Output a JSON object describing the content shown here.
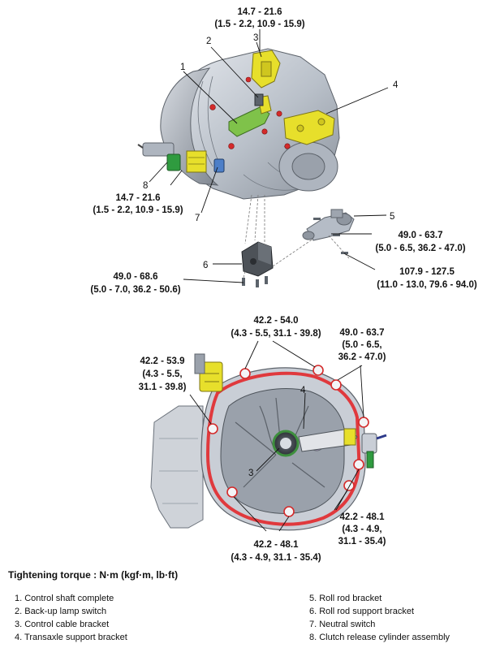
{
  "top_view": {
    "callouts": [
      "1",
      "2",
      "3",
      "4",
      "5",
      "6",
      "7",
      "8"
    ],
    "torques": [
      {
        "value": "14.7 - 21.6",
        "sub": "(1.5 - 2.2, 10.9 - 15.9)"
      },
      {
        "value": "14.7 - 21.6",
        "sub": "(1.5 - 2.2, 10.9 - 15.9)"
      },
      {
        "value": "49.0 - 63.7",
        "sub": "(5.0 - 6.5, 36.2 - 47.0)"
      },
      {
        "value": "107.9 - 127.5",
        "sub": "(11.0 - 13.0, 79.6 - 94.0)"
      },
      {
        "value": "49.0 - 68.6",
        "sub": "(5.0 - 7.0, 36.2 - 50.6)"
      }
    ]
  },
  "bottom_view": {
    "callouts": [
      "3",
      "4"
    ],
    "torque_top": {
      "value": "42.2 - 54.0",
      "sub": "(4.3 - 5.5, 31.1 - 39.8)"
    },
    "torque_left": {
      "l1": "42.2 - 53.9",
      "l2": "(4.3 - 5.5,",
      "l3": "31.1 - 39.8)"
    },
    "torque_right_top": {
      "l1": "49.0 - 63.7",
      "l2": "(5.0 - 6.5,",
      "l3": "36.2 - 47.0)"
    },
    "torque_right_bottom": {
      "l1": "42.2 - 48.1",
      "l2": "(4.3 - 4.9,",
      "l3": "31.1 - 35.4)"
    },
    "torque_bottom": {
      "value": "42.2 - 48.1",
      "sub": "(4.3 - 4.9, 31.1 - 35.4)"
    }
  },
  "caption": "Tightening torque : N·m (kgf·m, lb·ft)",
  "legend_left": [
    "1. Control shaft complete",
    "2. Back-up lamp switch",
    "3. Control cable bracket",
    "4. Transaxle support bracket"
  ],
  "legend_right": [
    "5. Roll rod bracket",
    "6. Roll rod support bracket",
    "7. Neutral switch",
    "8. Clutch release cylinder assembly"
  ],
  "colors": {
    "housing": "#c9ced6",
    "housing_dark": "#8e959f",
    "highlight_yellow": "#e7df2b",
    "highlight_green": "#7fc24a",
    "gasket_red": "#e0393d",
    "bolt_red": "#d42a2a"
  }
}
